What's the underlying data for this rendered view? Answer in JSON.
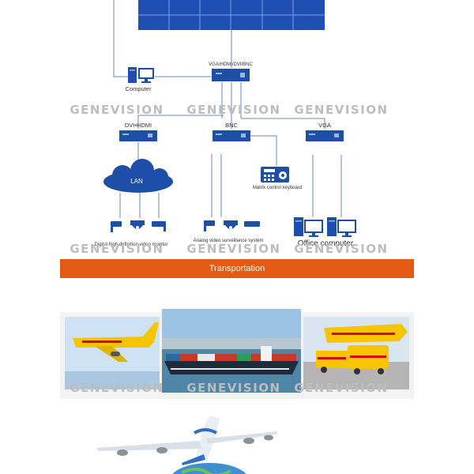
{
  "watermark": "GENEVISION",
  "diagram": {
    "top_device_label": "VGA/HDMI/DVI/BNC",
    "computer_label": "Computer",
    "devices": [
      {
        "label": "DVI•HDMI"
      },
      {
        "label": "BNC"
      },
      {
        "label": "VGA"
      }
    ],
    "lan_label": "LAN",
    "keyboard_label": "Matrix control keyboard",
    "bottom_labels": {
      "digital": "Digital high definition video monitor",
      "analog": "Analog video surveillance system",
      "office": "Office computer"
    }
  },
  "transport": {
    "banner": "Transportation"
  },
  "colors": {
    "primary_blue": "#1e4fa8",
    "accent_orange": "#e35b12",
    "dhl_yellow": "#f6c400",
    "dhl_red": "#d40511"
  }
}
